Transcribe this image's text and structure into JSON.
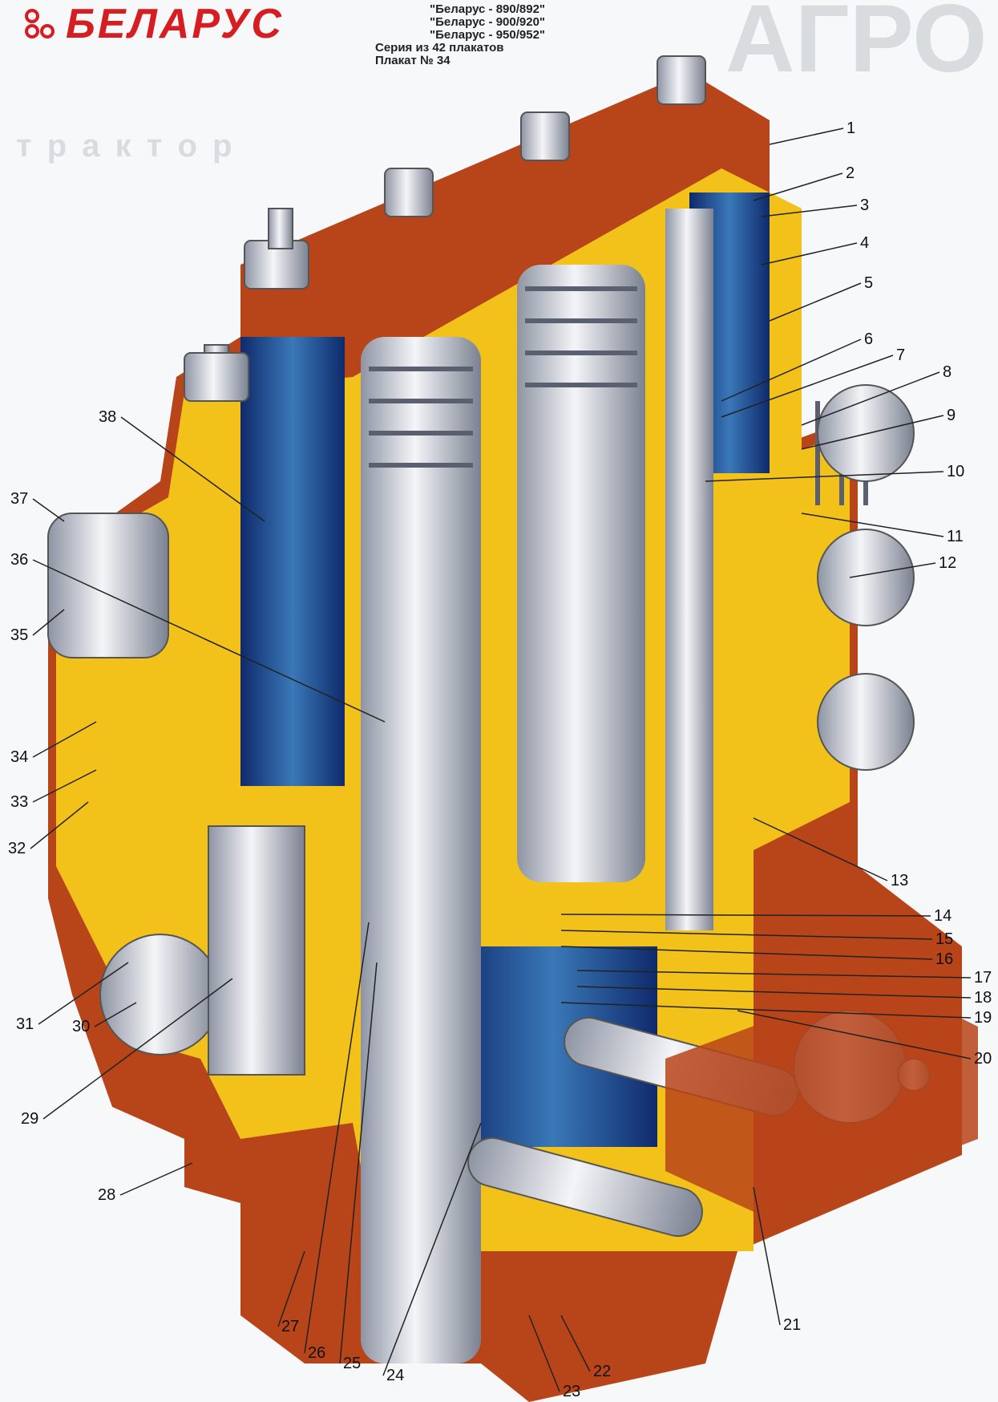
{
  "brand": {
    "logo_text": "БЕЛАРУС",
    "accent": "#d61d22"
  },
  "header": {
    "models": [
      "\"Беларус - 890/892\"",
      "\"Беларус - 900/920\"",
      "\"Беларус - 950/952\""
    ],
    "series": "Серия из 42 плакатов",
    "poster": "Плакат № 34"
  },
  "watermark": {
    "text": "АГРО",
    "subtext": "т р а к т о р"
  },
  "colors": {
    "housing": "#b8441a",
    "section": "#f2c21a",
    "steel": "#c9cdd6",
    "cavity": "#1f3f8a"
  },
  "callouts": [
    "1",
    "2",
    "3",
    "4",
    "5",
    "6",
    "7",
    "8",
    "9",
    "10",
    "11",
    "12",
    "13",
    "14",
    "15",
    "16",
    "17",
    "18",
    "19",
    "20",
    "21",
    "22",
    "23",
    "24",
    "25",
    "26",
    "27",
    "28",
    "29",
    "30",
    "31",
    "32",
    "33",
    "34",
    "35",
    "36",
    "37",
    "38"
  ]
}
